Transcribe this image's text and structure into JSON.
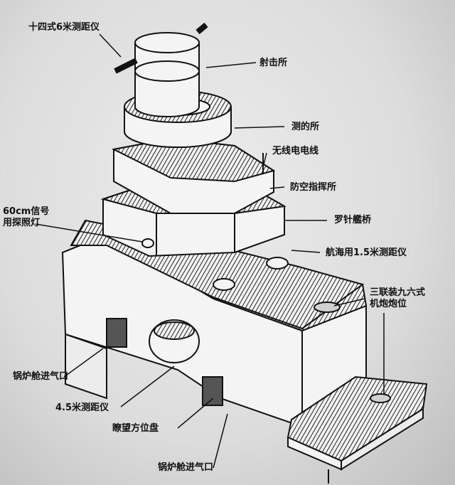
{
  "labels": {
    "rangefinder_6m": "十四式6米测距仪",
    "fire_control": "射击所",
    "measuring_station": "测的所",
    "radio_antenna": "无线电电线",
    "aa_command": "防空指挥所",
    "compass_bridge": "罗针艦桥",
    "searchlight_line1": "60cm信号",
    "searchlight_line2": "用探照灯",
    "nav_rangefinder": "航海用1.5米测距仪",
    "mg_position_line1": "三联装九六式",
    "mg_position_line2": "机炮炮位",
    "boiler_intake_upper": "锅炉舱进气口",
    "rangefinder_45m": "4.5米测距仪",
    "bearing_dial": "瞭望方位盘",
    "boiler_intake_lower": "锅炉舱进气口"
  },
  "colors": {
    "ink": "#111111",
    "paper": "#f4f4f4",
    "deck": "#6a6a6a",
    "shade": "#9a9a9a"
  }
}
